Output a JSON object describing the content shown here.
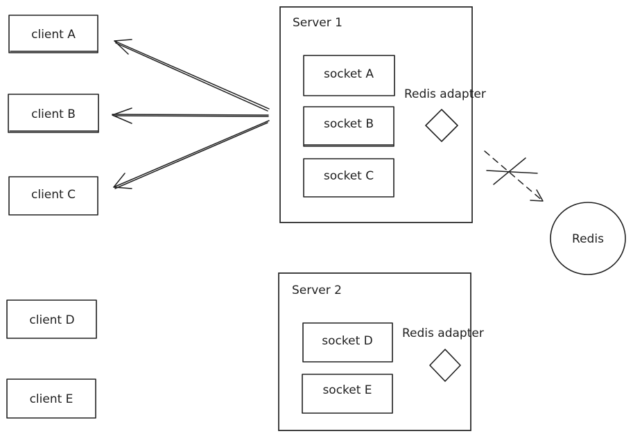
{
  "clients": [
    {
      "label": "client A"
    },
    {
      "label": "client B"
    },
    {
      "label": "client C"
    },
    {
      "label": "client D"
    },
    {
      "label": "client E"
    }
  ],
  "servers": [
    {
      "title": "Server 1",
      "adapter_label": "Redis adapter",
      "sockets": [
        {
          "label": "socket A"
        },
        {
          "label": "socket B"
        },
        {
          "label": "socket C"
        }
      ]
    },
    {
      "title": "Server 2",
      "adapter_label": "Redis adapter",
      "sockets": [
        {
          "label": "socket D"
        },
        {
          "label": "socket E"
        }
      ]
    }
  ],
  "redis": {
    "label": "Redis"
  }
}
